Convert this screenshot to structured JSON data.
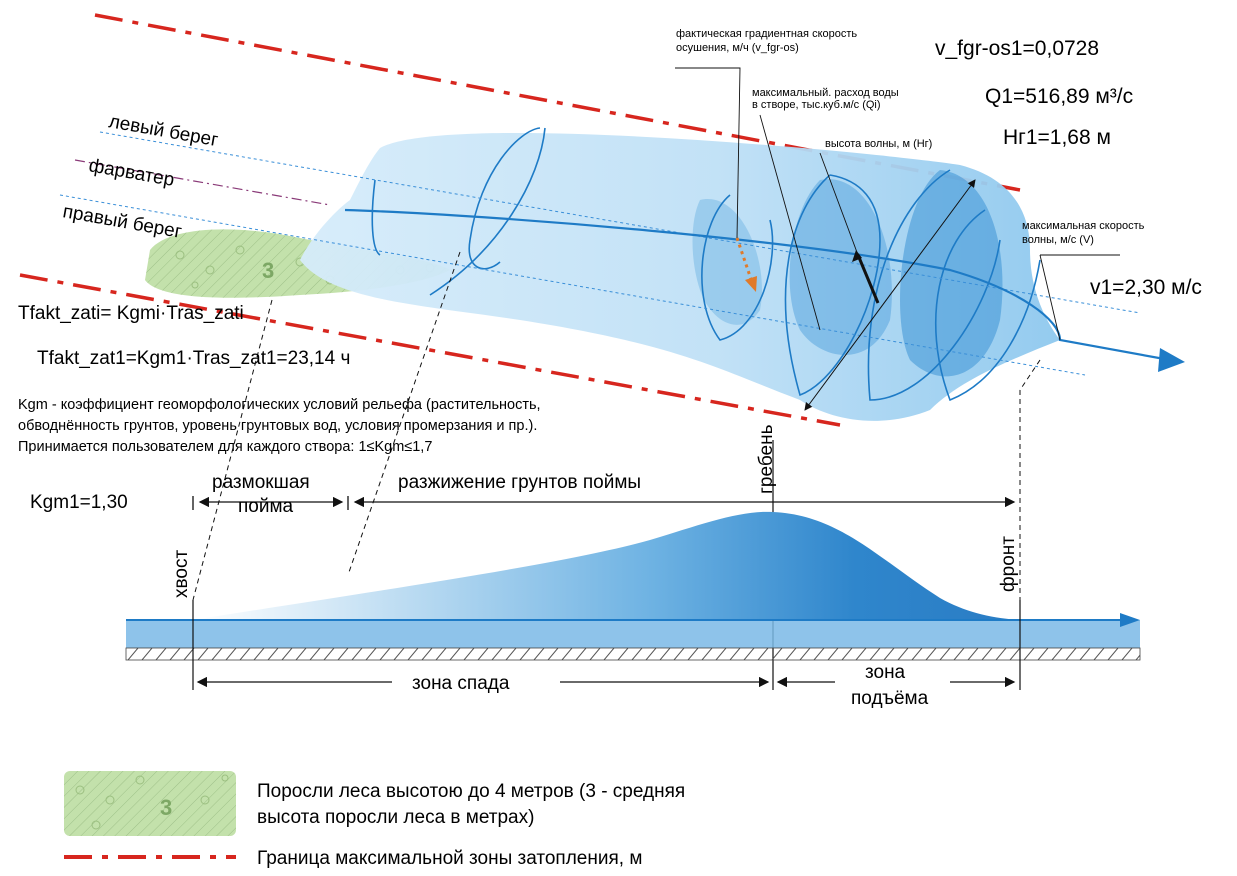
{
  "colors": {
    "flood_boundary": "#d7261e",
    "river_line": "#1e7bc6",
    "water_light": "#cfe8f8",
    "water_dark": "#2f8fd2",
    "bank_line": "#3a8fd8",
    "fairway_line": "#8a3a78",
    "forest_fill": "#b9dc9c",
    "gradient_arrow": "#e07a2a"
  },
  "annotations": {
    "v_fgr_caption": "фактическая градиентная скорость осушения, м/ч (v_fgr-os)",
    "v_fgr_caption_l1": "фактическая градиентная скорость",
    "v_fgr_caption_l2": "осушения, м/ч (v_fgr-os)",
    "v_fgr_value": "v_fgr-os1=0,0728",
    "q_caption_l1": "максимальный. расход воды",
    "q_caption_l2": "в створе, тыс.куб.м/с (Qi)",
    "q_value": "Q1=516,89 м³/с",
    "h_caption": "высота волны, м (Hг)",
    "h_value": "Hг1=1,68 м",
    "v_caption_l1": "максимальная скорость",
    "v_caption_l2": "волны, м/с  (V)",
    "v_value": "v1=2,30 м/с"
  },
  "banks": {
    "left": "левый берег",
    "fairway": "фарватер",
    "right": "правый берег"
  },
  "forest_number": "3",
  "formulas": {
    "general": "Tfakt_zati= Kgmi·Tras_zati",
    "specific": "Tfakt_zat1=Kgm1·Tras_zat1=23,14 ч"
  },
  "kgm_description": {
    "line1": "Kgm - коэффициент геоморфологических условий рельефа (растительность,",
    "line2": "обводнённость грунтов, уровень грунтовых вод, условия промерзания и пр.).",
    "line3": "Принимается пользователем для каждого створа: 1≤Kgm≤1,7"
  },
  "kgm_value": "Kgm1=1,30",
  "profile": {
    "crest": "гребень",
    "tail": "хвост",
    "front": "фронт",
    "soaked_l1": "размокшая",
    "soaked_l2": "пойма",
    "liquefaction": "разжижение грунтов поймы",
    "fall_zone": "зона спада",
    "rise_l1": "зона",
    "rise_l2": "подъёма"
  },
  "legend": {
    "forest_l1": "Поросли леса высотою до 4 метров (3 - средняя",
    "forest_l2": "высота поросли леса в метрах)",
    "flood_boundary": "Граница максимальной зоны затопления, м"
  }
}
